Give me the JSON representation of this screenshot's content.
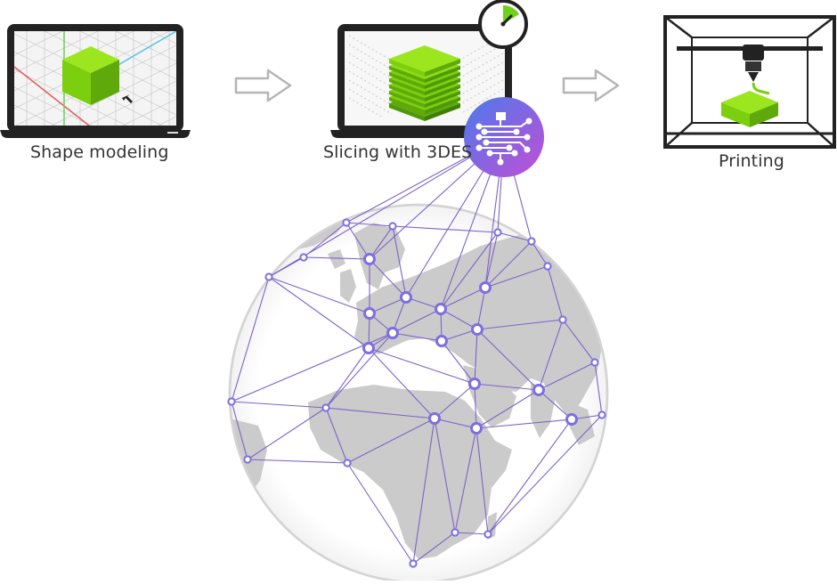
{
  "steps": [
    {
      "id": "shape-modeling",
      "label": "Shape modeling",
      "icon": "laptop-with-3d-cube-icon"
    },
    {
      "id": "slicing",
      "label": "Slicing with 3DES",
      "icon": "laptop-with-sliced-layers-icon"
    },
    {
      "id": "printing",
      "label": "Printing",
      "icon": "3d-printer-icon"
    }
  ],
  "flow_arrows": [
    "right-arrow-icon",
    "right-arrow-icon"
  ],
  "badges": {
    "timer": "stopwatch-icon",
    "network": "circuit-network-icon"
  },
  "colors": {
    "cube_top": "#9BE61F",
    "cube_left": "#7CCF0E",
    "cube_right": "#5FAA0A",
    "network_line": "#7E63C6",
    "node_fill": "#7B6FE2",
    "badge_gradient_start": "#4B7BEA",
    "badge_gradient_end": "#C14FD6",
    "land": "#CBCBCB",
    "device_frame": "#222222"
  }
}
